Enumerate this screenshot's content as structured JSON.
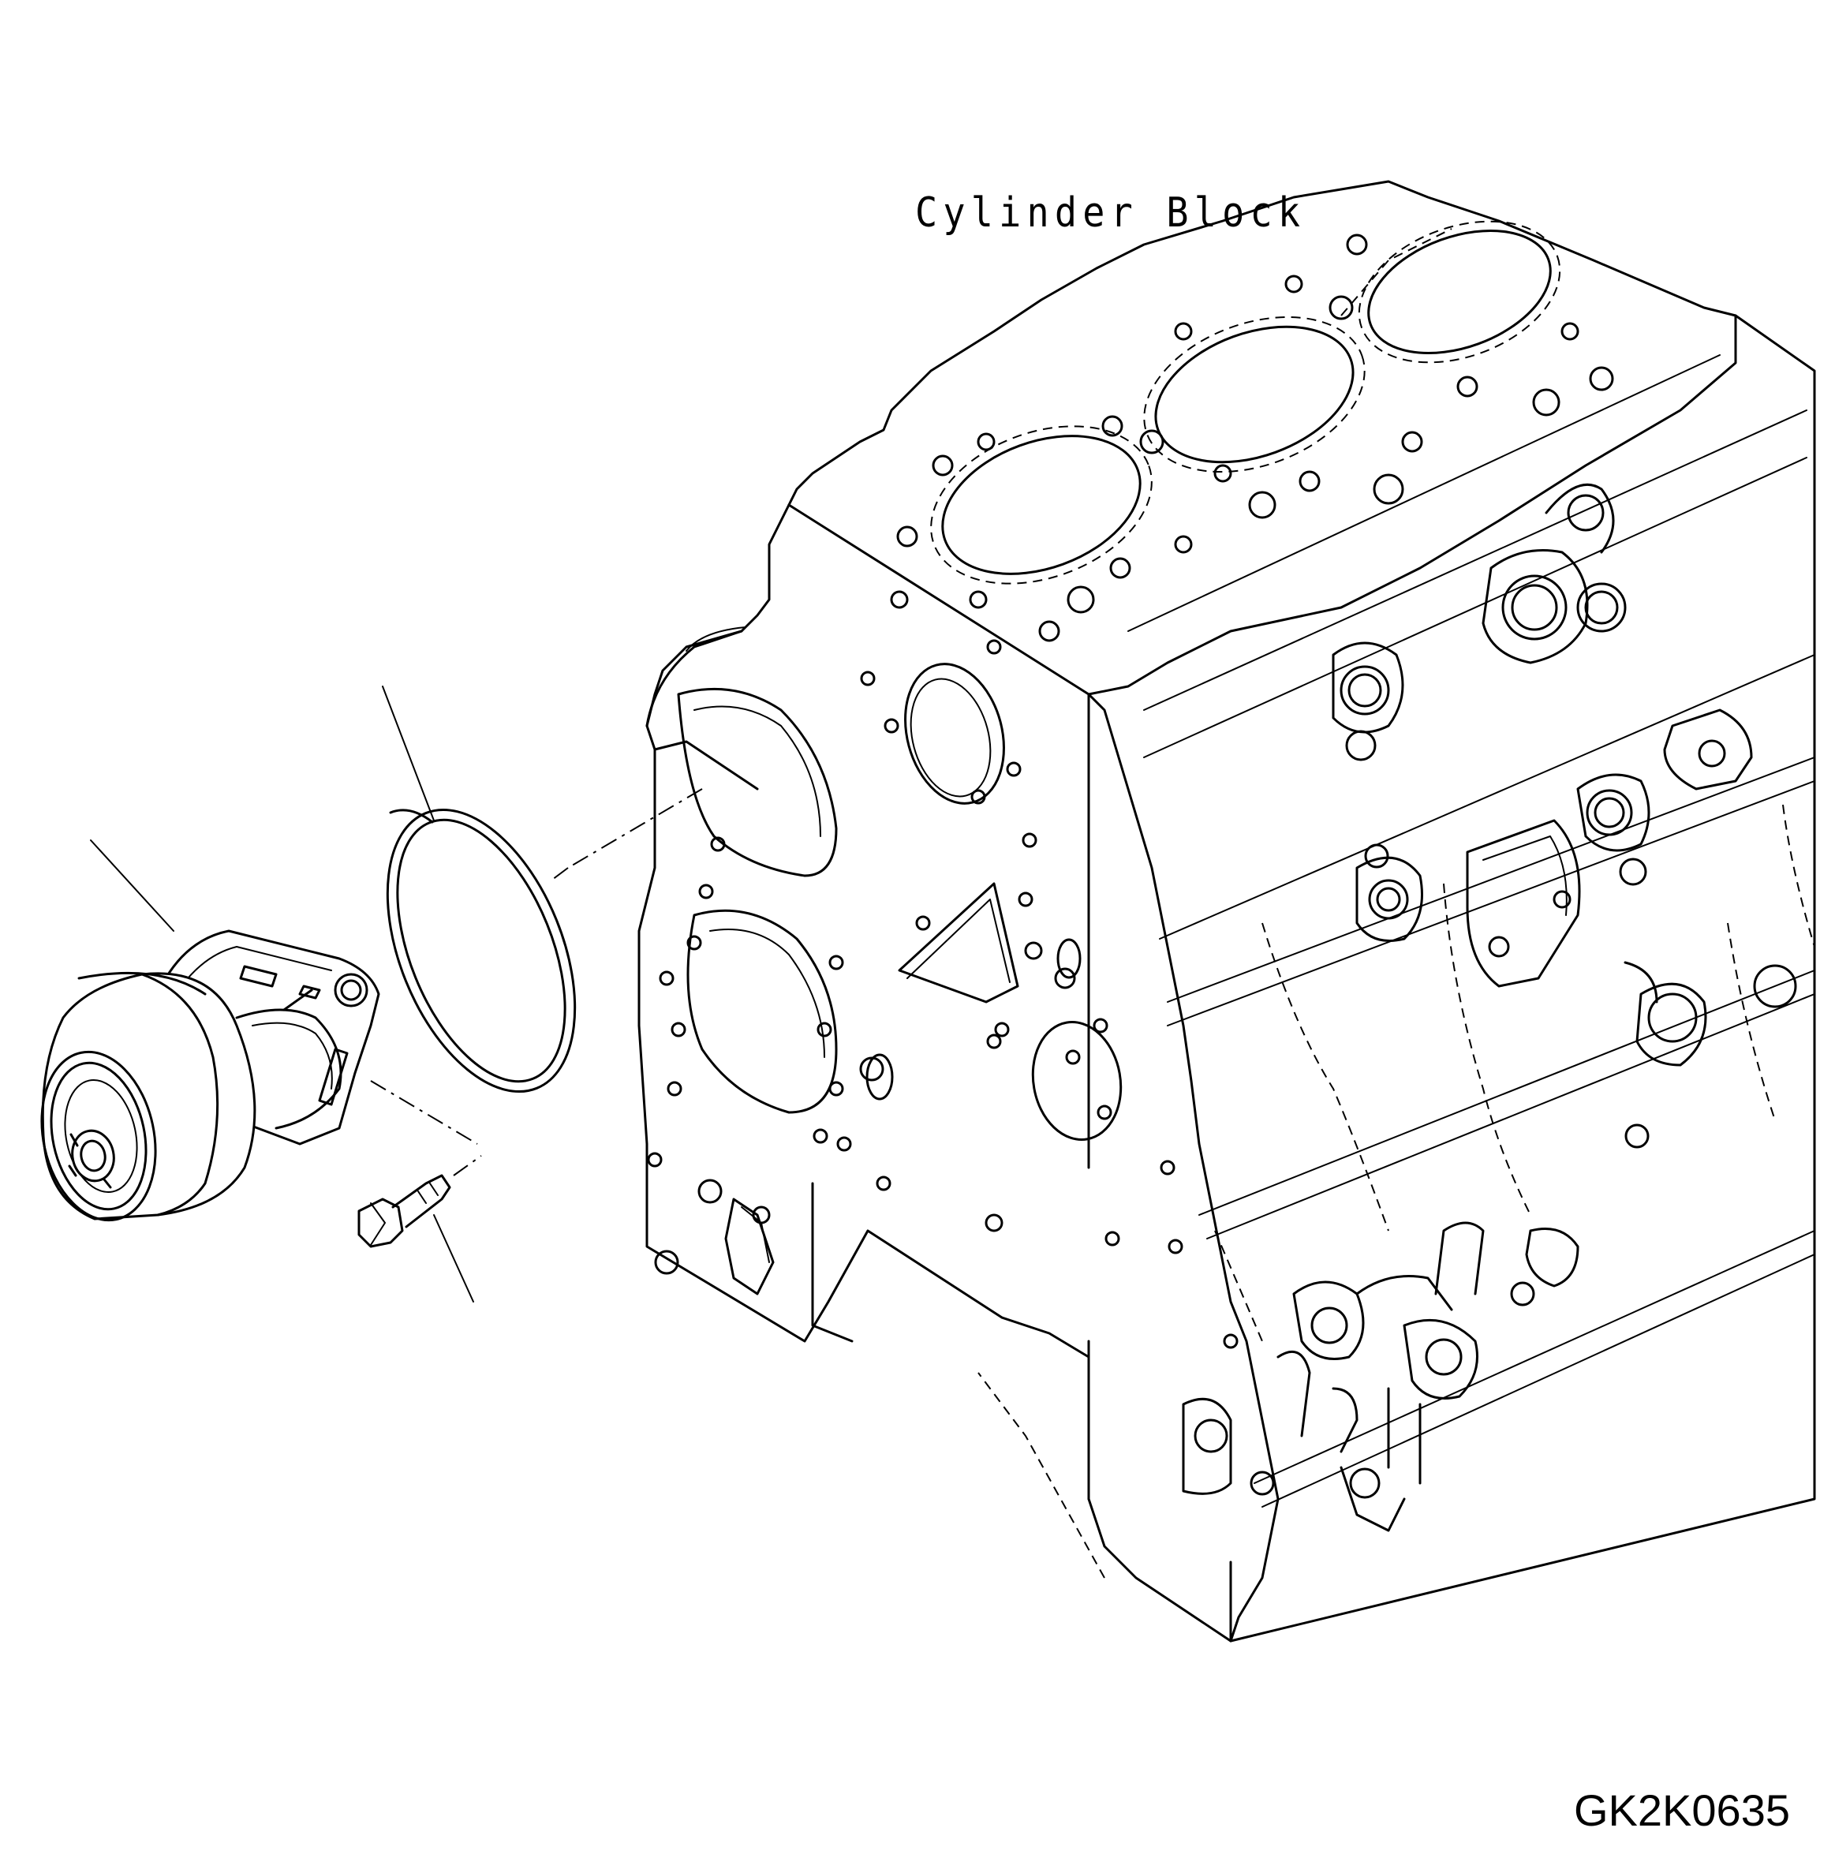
{
  "labels": {
    "cylinder_block": "Cylinder Block",
    "drawing_code": "GK2K0635"
  },
  "parts": [
    {
      "id": "water-pump",
      "callout": ""
    },
    {
      "id": "o-ring",
      "callout": ""
    },
    {
      "id": "bolt",
      "callout": ""
    }
  ],
  "colors": {
    "line": "#000000",
    "background": "#ffffff"
  }
}
